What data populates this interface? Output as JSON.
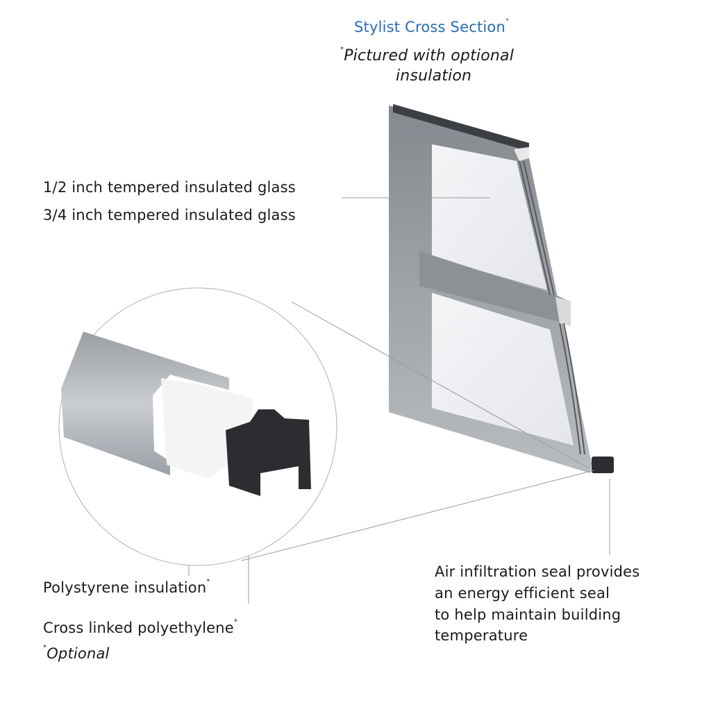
{
  "header": {
    "title": "Stylist Cross Section",
    "title_mark": "*",
    "note_mark": "*",
    "note_line1": "Pictured with optional",
    "note_line2": "insulation"
  },
  "labels": {
    "glass_half": "1/2 inch tempered insulated glass",
    "glass_three_quarter": "3/4 inch tempered insulated glass",
    "polystyrene": "Polystyrene insulation",
    "polystyrene_mark": "*",
    "polyethylene": "Cross linked polyethylene",
    "polyethylene_mark": "*",
    "optional_mark": "*",
    "optional": "Optional",
    "seal_line1": "Air infiltration seal provides",
    "seal_line2": "an energy efficient seal",
    "seal_line3": "to help maintain building",
    "seal_line4": "temperature"
  },
  "colors": {
    "title": "#2a6cb6",
    "frame": "#8e9296",
    "seal": "#2b2d30"
  }
}
